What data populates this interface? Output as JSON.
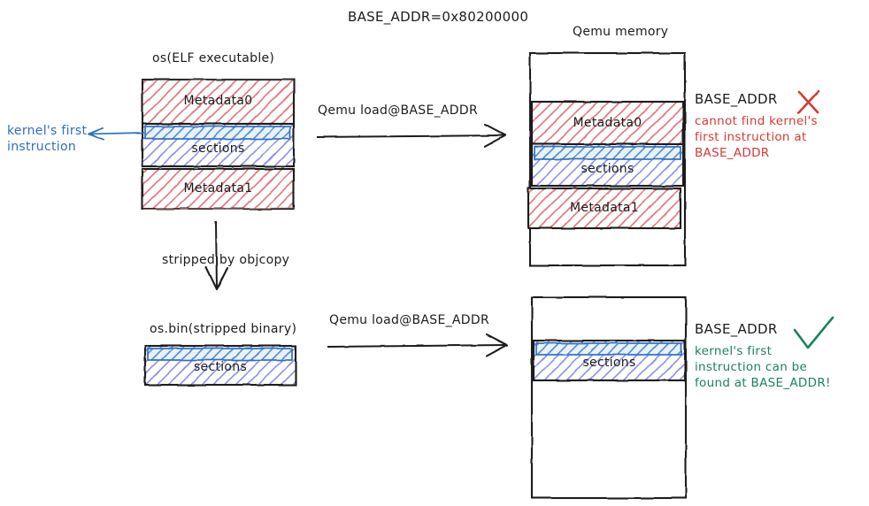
{
  "diagram": {
    "title_note": "BASE_ADDR=0x80200000",
    "left_top_caption": "os(ELF executable)",
    "left_bottom_caption": "os.bin(stripped binary)",
    "memory_caption": "Qemu memory",
    "arrows": {
      "load_top": "Qemu load@BASE_ADDR",
      "load_bottom": "Qemu load@BASE_ADDR",
      "strip": "stripped by objcopy"
    },
    "annotations": {
      "kernel_first_instruction": "kernel's first\ninstruction",
      "base_addr_top": "BASE_ADDR",
      "base_addr_bottom": "BASE_ADDR",
      "failure": "cannot find kernel's\nfirst instruction at\nBASE_ADDR",
      "success": "kernel's first\ninstruction can be\nfound at BASE_ADDR!",
      "cross_mark": "cross-mark",
      "check_mark": "check-mark"
    },
    "blocks": {
      "metadata0": "Metadata0",
      "metadata1": "Metadata1",
      "sections": "sections"
    },
    "colors": {
      "metadata_hatch": "#e0787b",
      "sections_hatch": "#7b7fe0",
      "first_instruction_hatch": "#3f7fc8",
      "outline": "#1c1c1c",
      "red": "#d43a34",
      "green": "#18845c",
      "blue": "#2f6fc0"
    }
  }
}
